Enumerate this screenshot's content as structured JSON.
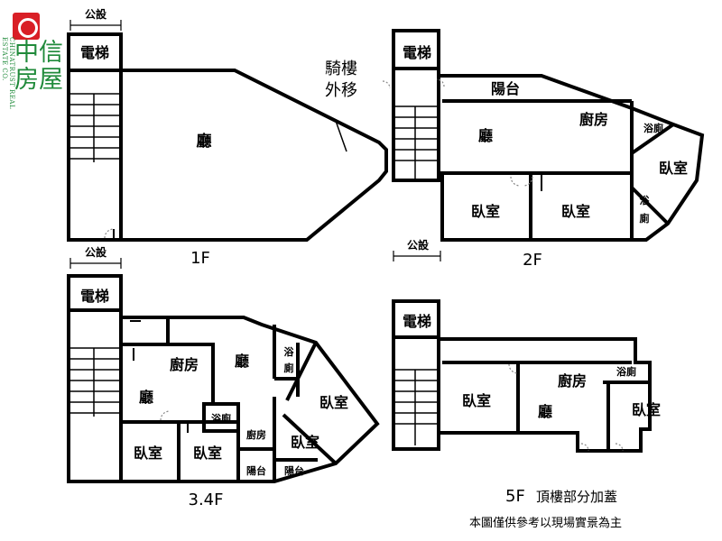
{
  "logo": {
    "brand": "中信房屋",
    "brand_en": "CHINATRUST REAL ESTATE CO.",
    "brand_color": "#1f8a3a",
    "mark_color": "#d91f26"
  },
  "colors": {
    "wall": "#000000",
    "door": "#888888",
    "background": "#ffffff"
  },
  "labels": {
    "elevator": "電梯",
    "public": "公設",
    "hall": "廳",
    "kitchen": "廚房",
    "bedroom": "臥室",
    "bath": "浴廁",
    "bath_vertical_1": "浴",
    "bath_vertical_2": "廁",
    "balcony": "陽台",
    "arcade_1": "騎樓",
    "arcade_2": "外移"
  },
  "floors": {
    "f1": "1F",
    "f2": "2F",
    "f34": "3.4F",
    "f5": "5F",
    "f5_note": "頂樓部分加蓋"
  },
  "disclaimer": "本圖僅供參考以現場實景為主"
}
